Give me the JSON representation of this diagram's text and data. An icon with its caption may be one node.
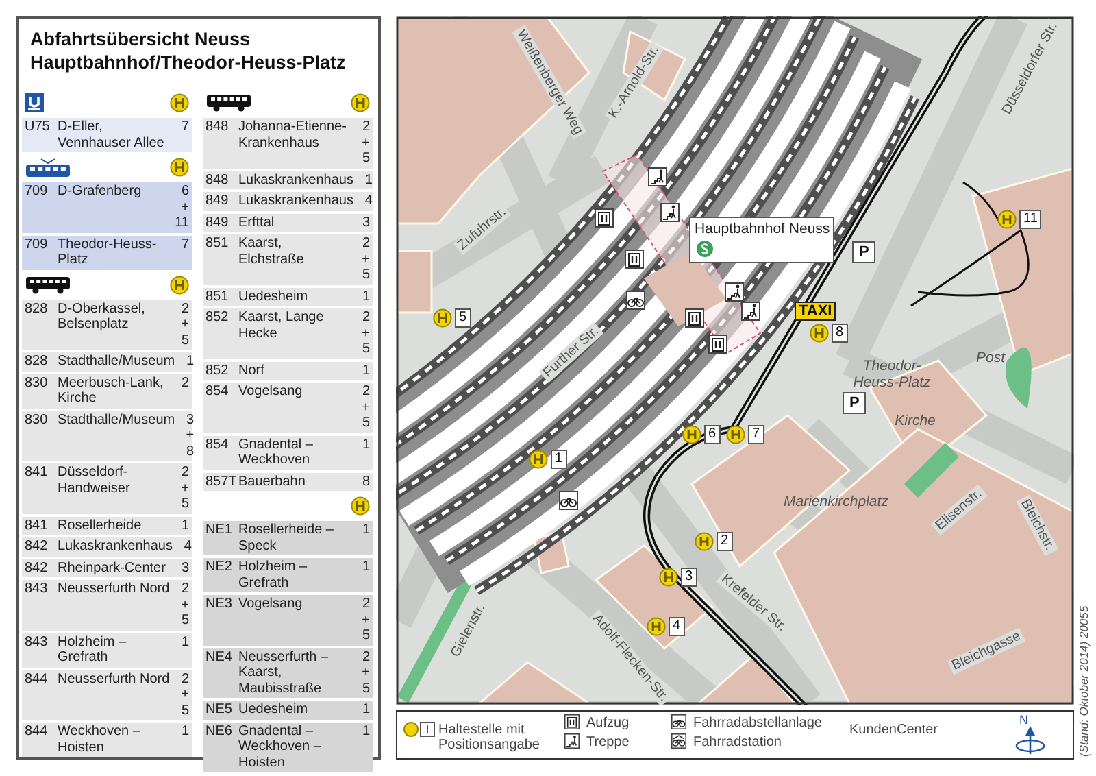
{
  "diagram": {
    "title": "Abfahrtsübersicht Neuss Hauptbahnhof/Theodor-Heuss-Platz",
    "labels": [
      "U75",
      "D-Eller, Vennhauser Allee",
      "7",
      "709",
      "D-Grafenberg",
      "6 + 11",
      "709",
      "Theodor-Heuss-Platz",
      "7",
      "828",
      "D-Oberkassel, Belsenplatz",
      "2 + 5",
      "828",
      "Stadthalle/Museum",
      "1",
      "830",
      "Meerbusch-Lank, Kirche",
      "2",
      "830",
      "Stadthalle/Museum",
      "3 + 8",
      "841",
      "Düsseldorf-Handweiser",
      "2 + 5",
      "841",
      "Rosellerheide",
      "1",
      "842",
      "Lukaskrankenhaus",
      "4",
      "842",
      "Rheinpark-Center",
      "3",
      "843",
      "Neusserfurth Nord",
      "2 + 5",
      "843",
      "Holzheim – Grefrath",
      "1",
      "844",
      "Neusserfurth Nord",
      "2 + 5",
      "844",
      "Weckhoven – Hoisten",
      "1",
      "848",
      "Johanna-Etienne-Krankenhaus",
      "2 + 5",
      "848",
      "Lukaskrankenhaus",
      "1",
      "849",
      "Lukaskrankenhaus",
      "4",
      "849",
      "Erfttal",
      "3",
      "851",
      "Kaarst, Elchstraße",
      "2 + 5",
      "851",
      "Uedesheim",
      "1",
      "852",
      "Kaarst, Lange Hecke",
      "2 + 5",
      "852",
      "Norf",
      "1",
      "854",
      "Vogelsang",
      "2 + 5",
      "854",
      "Gnadental – Weckhoven",
      "1",
      "857T",
      "Bauerbahn",
      "8",
      "NE1",
      "Rosellerheide – Speck",
      "1",
      "NE2",
      "Holzheim – Grefrath",
      "1",
      "NE3",
      "Vogelsang",
      "2 + 5",
      "NE4",
      "Neusserfurth – Kaarst, Maubisstraße",
      "2 + 5",
      "NE5",
      "Uedesheim",
      "1",
      "NE6",
      "Gnadental – Weckhoven – Hoisten",
      "1",
      "Weißenberger Weg",
      "K.-Arnold-Str.",
      "Düsseldorfer Str.",
      "Zufuhrstr.",
      "Hauptbahnhof Neuss",
      "11",
      "P",
      "5",
      "TAXI",
      "8",
      "Further Str.",
      "Theodor-Heuss-Platz",
      "Post",
      "P",
      "6",
      "7",
      "Kirche",
      "1",
      "Marienkirchplatz",
      "Elisenstr.",
      "Bleichstr.",
      "2",
      "3",
      "Krefelder Str.",
      "4",
      "Adolf-Flecken-Str.",
      "Gielenstr.",
      "Bleichgasse",
      "N",
      "(Stand: Oktober 2014) 20055"
    ],
    "legend": [
      {
        "text": "Haltestelle mit Positionsangabe"
      },
      {
        "text": "Aufzug"
      },
      {
        "text": "Treppe"
      },
      {
        "text": "Fahrradabstellanlage"
      },
      {
        "text": "Fahrradstation"
      },
      {
        "text": "KundenCenter"
      }
    ]
  }
}
